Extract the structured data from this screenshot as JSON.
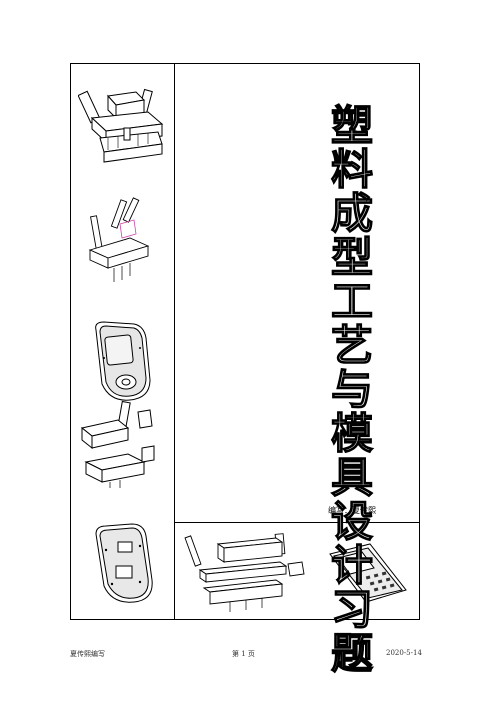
{
  "title": {
    "chars": [
      "塑",
      "料",
      "成",
      "型",
      "工",
      "艺",
      "与",
      "模",
      "具",
      "设",
      "计",
      "习",
      "题"
    ]
  },
  "author": "编写：夏传熙",
  "footer": {
    "left": "夏传熙编写",
    "center": "第 1 页",
    "right": "2020-5-14"
  },
  "figures": [
    "mold-assembly-figure-1",
    "mold-assembly-figure-2",
    "phone-housing-figure",
    "mold-assembly-figure-3",
    "phone-back-cover-figure",
    "mold-exploded-figure",
    "keypad-phone-figure"
  ]
}
